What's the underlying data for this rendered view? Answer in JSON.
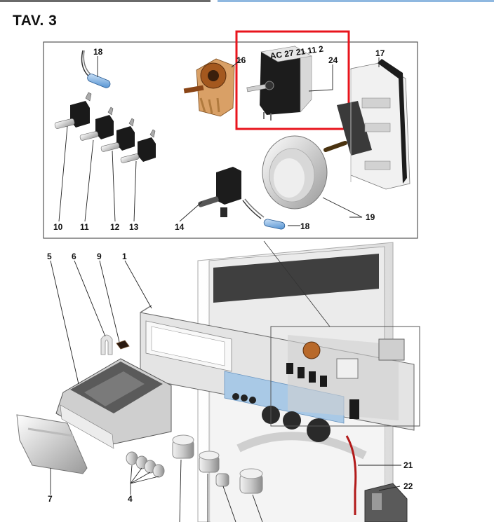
{
  "page_title": "TAV. 3",
  "highlight_color": "#e8141c",
  "callouts": {
    "c1": "1",
    "c4": "4",
    "c5": "5",
    "c6": "6",
    "c7": "7",
    "c9": "9",
    "c10": "10",
    "c11": "11",
    "c12": "12",
    "c13": "13",
    "c14": "14",
    "c16": "16",
    "c17": "17",
    "c18a": "18",
    "c18b": "18",
    "c19": "19",
    "c21": "21",
    "c22": "22",
    "c24": "24"
  },
  "component_text": {
    "module_label": "AC 27 21 11 2"
  }
}
